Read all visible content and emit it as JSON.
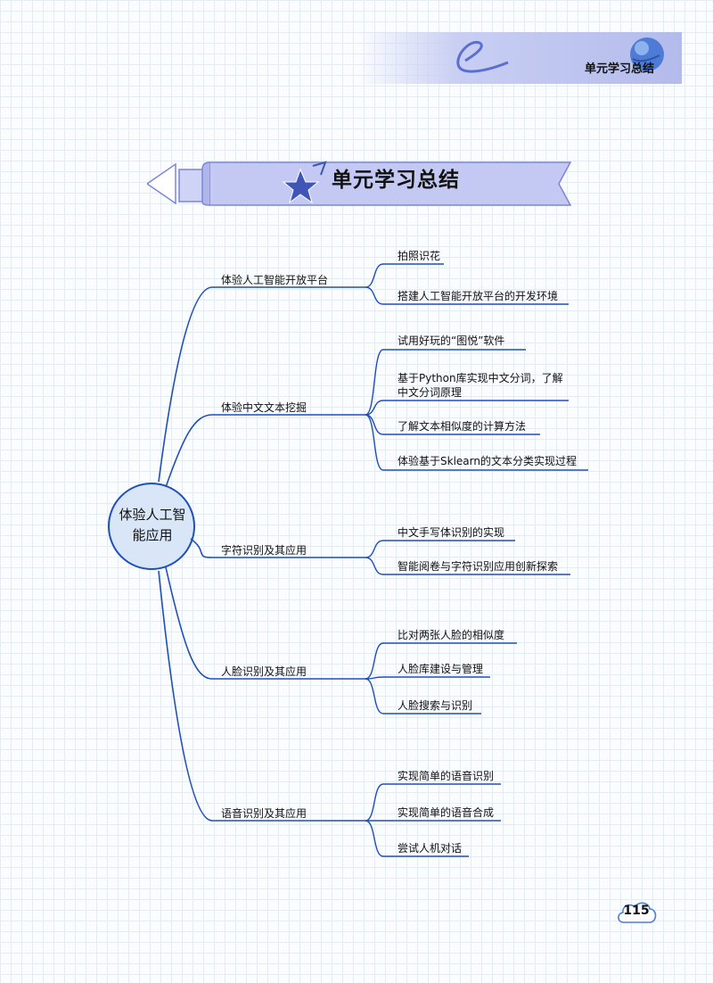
{
  "header": {
    "title": "单元学习总结"
  },
  "banner": {
    "title": "单元学习总结"
  },
  "mindmap": {
    "center": {
      "line1": "体验人工智",
      "line2": "能应用"
    },
    "branches": [
      {
        "label": "体验人工智能开放平台",
        "leaves": [
          {
            "label": "拍照识花"
          },
          {
            "label": "搭建人工智能开放平台的开发环境"
          }
        ]
      },
      {
        "label": "体验中文文本挖掘",
        "leaves": [
          {
            "label": "试用好玩的“图悦”软件"
          },
          {
            "label": "基于Python库实现中文分词，了解",
            "label2": "中文分词原理"
          },
          {
            "label": "了解文本相似度的计算方法"
          },
          {
            "label": "体验基于Sklearn的文本分类实现过程"
          }
        ]
      },
      {
        "label": "字符识别及其应用",
        "leaves": [
          {
            "label": "中文手写体识别的实现"
          },
          {
            "label": "智能阅卷与字符识别应用创新探索"
          }
        ]
      },
      {
        "label": "人脸识别及其应用",
        "leaves": [
          {
            "label": "比对两张人脸的相似度"
          },
          {
            "label": "人脸库建设与管理"
          },
          {
            "label": "人脸搜索与识别"
          }
        ]
      },
      {
        "label": "语音识别及其应用",
        "leaves": [
          {
            "label": "实现简单的语音识别"
          },
          {
            "label": "实现简单的语音合成"
          },
          {
            "label": "尝试人机对话"
          }
        ]
      }
    ]
  },
  "page_number": "115",
  "colors": {
    "line": "#1f4fb8",
    "accent": "#b9c0ef",
    "center_fill": "#d8e6f8"
  }
}
